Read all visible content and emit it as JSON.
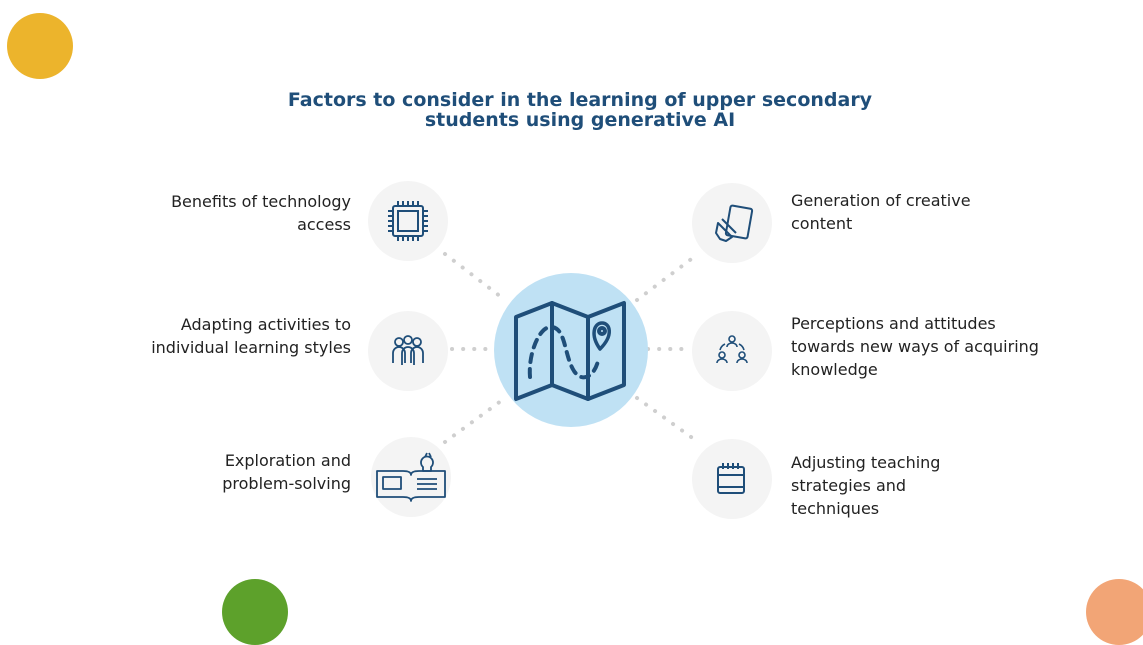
{
  "title_line1": "Factors to consider in the learning of upper secondary",
  "title_line2": "students using generative AI",
  "factors": [
    {
      "lines": [
        "Benefits of technology",
        "access"
      ],
      "icon": "chip-icon"
    },
    {
      "lines": [
        "Adapting activities to",
        "individual learning styles"
      ],
      "icon": "people-group-icon"
    },
    {
      "lines": [
        "Exploration and",
        "problem-solving"
      ],
      "icon": "book-lightbulb-icon"
    },
    {
      "lines": [
        "Generation of creative",
        "content"
      ],
      "icon": "pencil-paper-icon"
    },
    {
      "lines": [
        "Perceptions and attitudes",
        "towards new ways of acquiring",
        "knowledge"
      ],
      "icon": "people-cycle-icon"
    },
    {
      "lines": [
        "Adjusting teaching",
        "strategies and",
        "techniques"
      ],
      "icon": "calendar-icon"
    }
  ],
  "center_icon": "map-route-icon",
  "colors": {
    "title": "#1F4E79",
    "icon": "#1F4E79",
    "center_bg": "#BFE1F4",
    "node_bg": "#F4F4F4",
    "connector": "#CFCFCF",
    "dot_yellow": "#ECB42C",
    "dot_green": "#5DA12B",
    "dot_orange": "#F2A576"
  }
}
